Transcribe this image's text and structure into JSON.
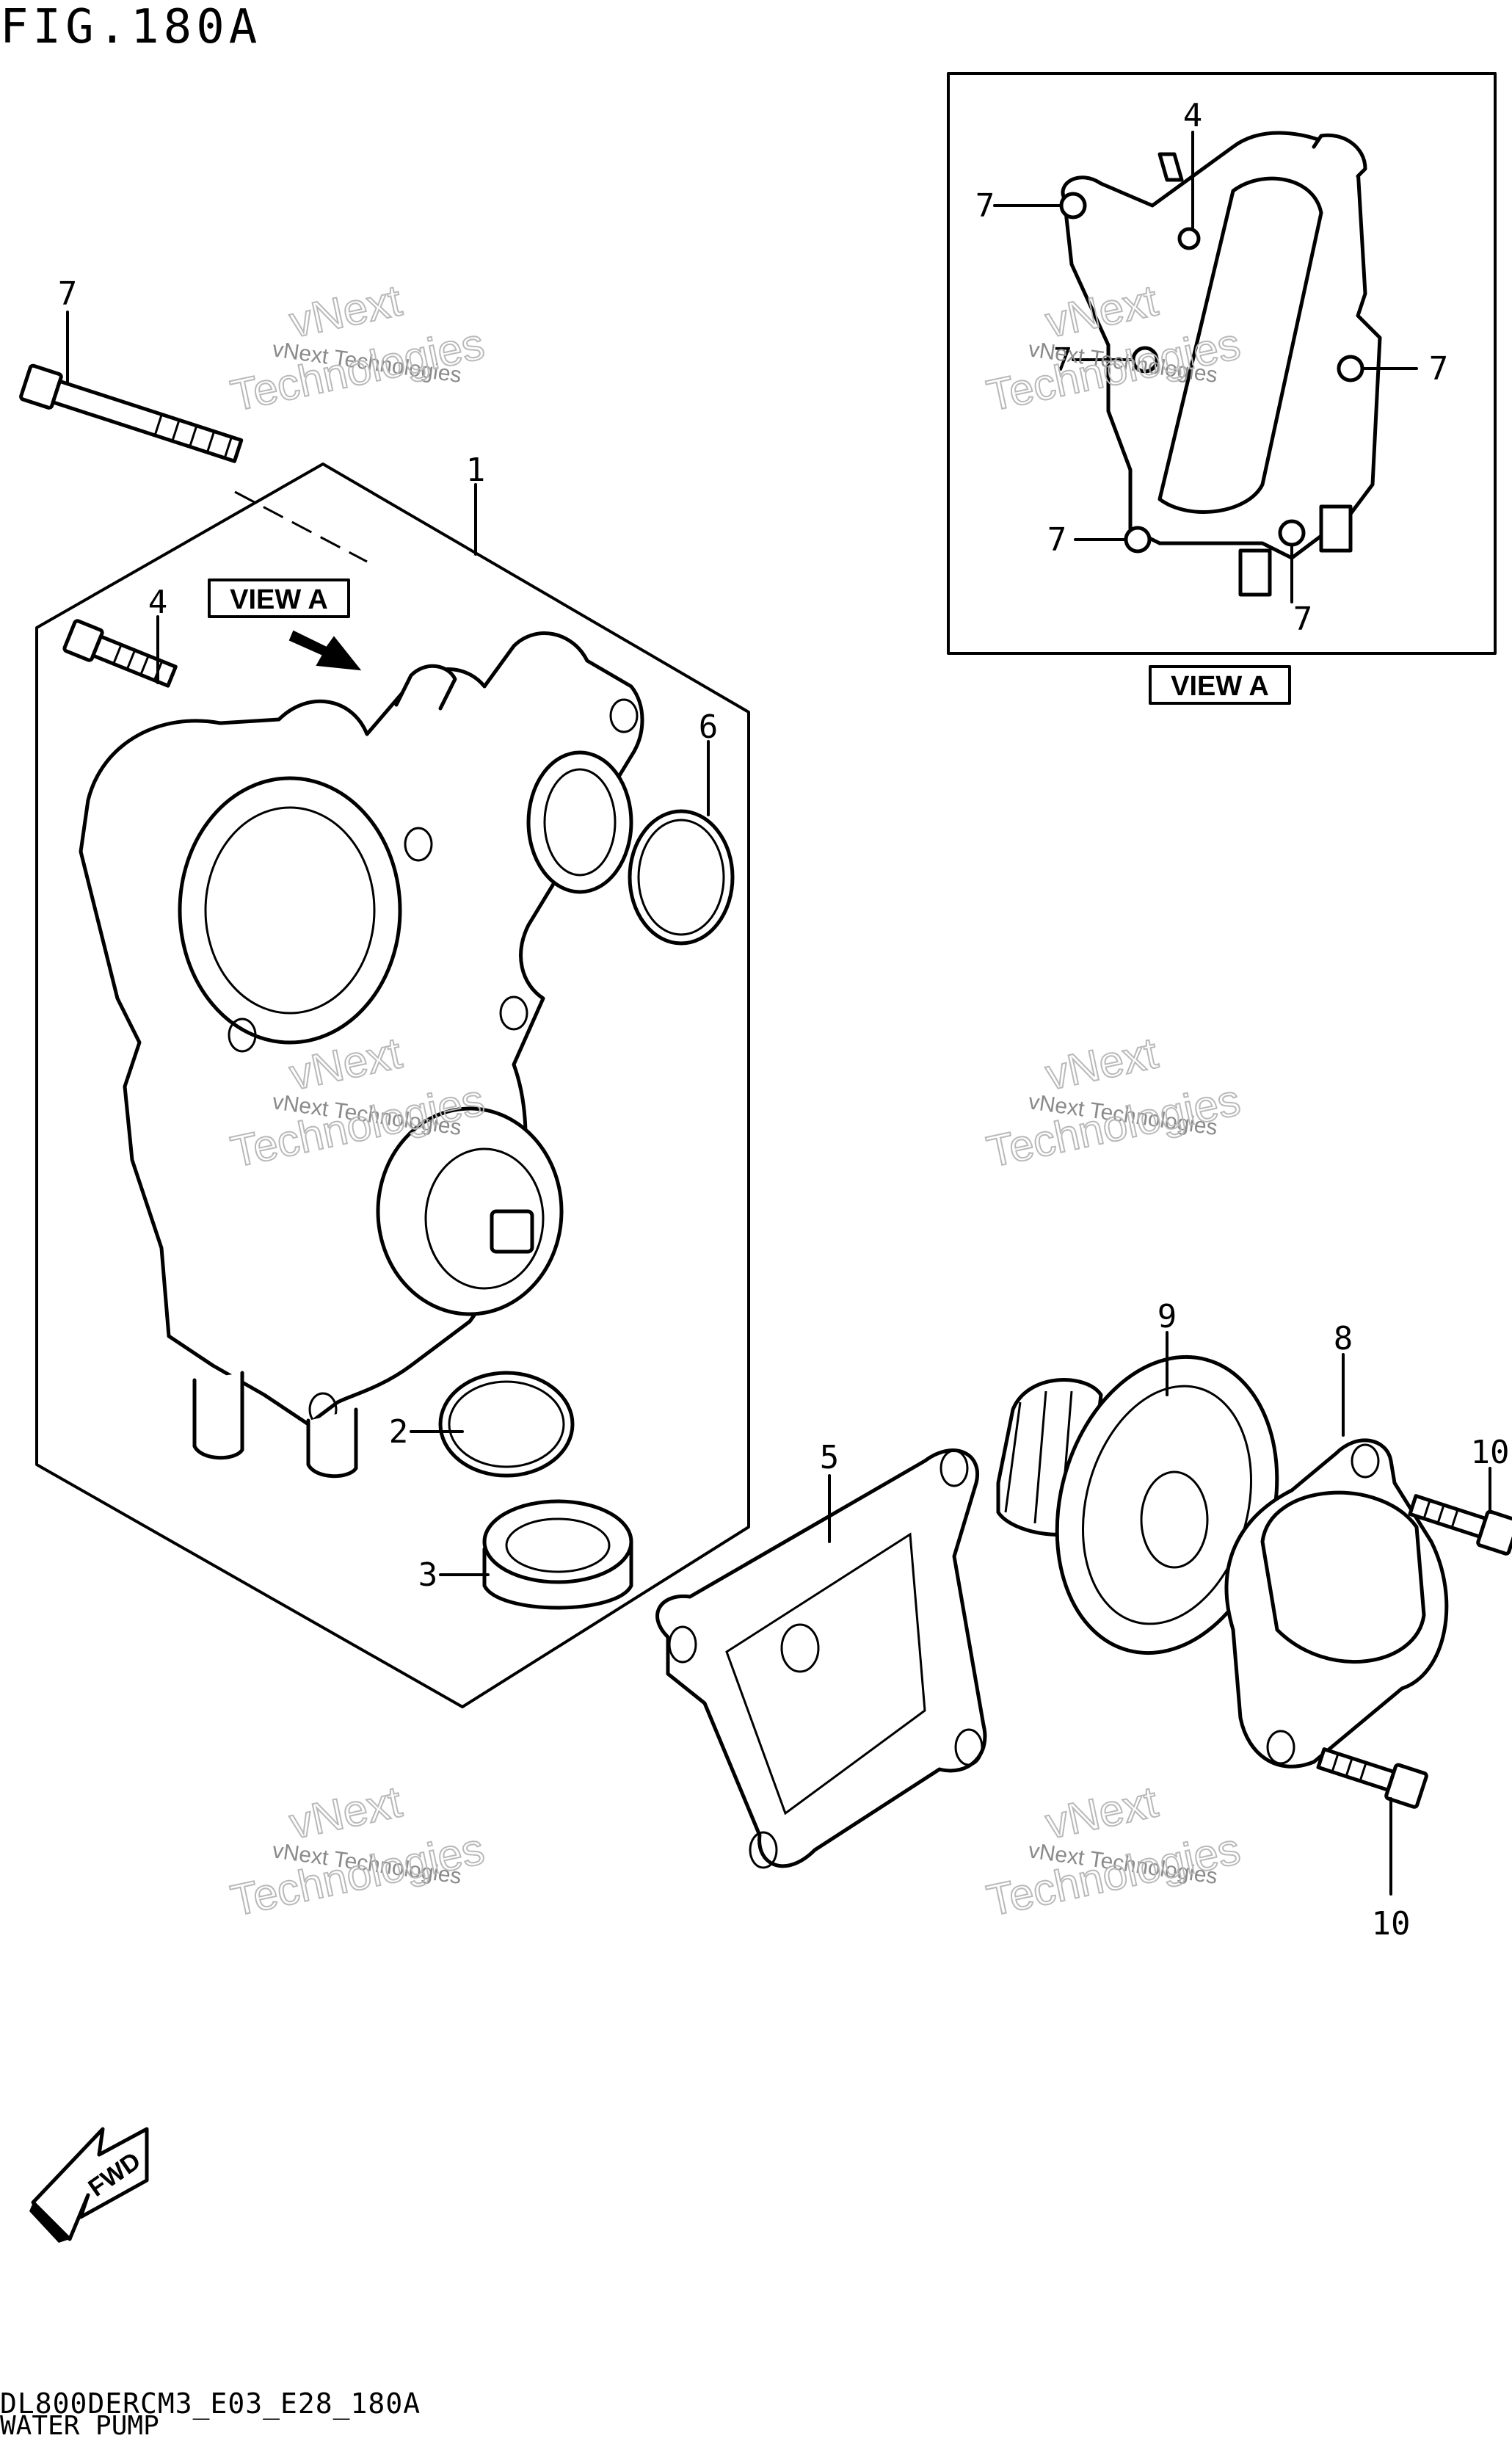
{
  "figure": {
    "title": "FIG.180A"
  },
  "view_label": "VIEW A",
  "inset_view_label": "VIEW A",
  "fwd_label": "FWD",
  "footer": {
    "code": "DL800DERCM3_E03_E28_180A",
    "name": "WATER PUMP"
  },
  "watermark": {
    "small": "vNext Technologies",
    "big_top": "vNext",
    "big_bottom": "Technologies"
  },
  "callouts": {
    "c1": "1",
    "c2": "2",
    "c3": "3",
    "c4": "4",
    "c5": "5",
    "c6": "6",
    "c7": "7",
    "c8": "8",
    "c9": "9",
    "c10a": "10",
    "c10b": "10",
    "inset_c4": "4",
    "inset_c7a": "7",
    "inset_c7b": "7",
    "inset_c7c": "7",
    "inset_c7d": "7",
    "inset_c7e": "7"
  }
}
